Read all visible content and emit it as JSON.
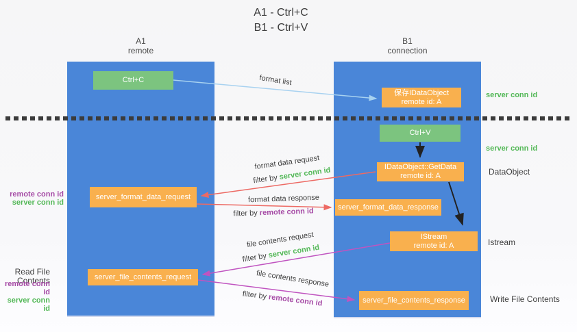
{
  "title": {
    "line1": "A1 - Ctrl+C",
    "line2": "B1 - Ctrl+V"
  },
  "columns": {
    "a": {
      "name": "A1",
      "subtitle": "remote"
    },
    "b": {
      "name": "B1",
      "subtitle": "connection"
    }
  },
  "nodes": {
    "ctrl_c": "Ctrl+C",
    "ctrl_v": "Ctrl+V",
    "save_dataobject": {
      "title": "保存IDataObject",
      "sub": "remote id: A"
    },
    "getdata": {
      "title": "IDataObject::GetData",
      "sub": "remote id: A"
    },
    "istream": {
      "title": "IStream",
      "sub": "remote id: A"
    },
    "format_request": "server_format_data_request",
    "format_response": "server_format_data_response",
    "file_request": "server_file_contents_request",
    "file_response": "server_file_contents_response"
  },
  "arrow_labels": {
    "format_list": "format list",
    "format_data_request": "format data request",
    "format_data_response": "format data response",
    "file_contents_request": "file contents request",
    "file_contents_response": "file contents response",
    "filter_by": "filter by ",
    "server_conn_id": "server conn id",
    "remote_conn_id": "remote conn id"
  },
  "side_labels": {
    "server_conn_id_1": "server conn id",
    "server_conn_id_2": "server conn id",
    "dataobject": "DataObject",
    "istream": "Istream",
    "write_file_contents": "Write File Contents",
    "read_file_contents": "Read File Contents",
    "remote_conn_id_left_1": "remote conn id",
    "server_conn_id_left_1": "server conn id",
    "remote_conn_id_left_2": "remote conn id",
    "server_conn_id_left_2": "server conn id"
  },
  "colors": {
    "lane_blue": "#4a86d8",
    "box_orange": "#f9b04e",
    "box_green": "#7cc47f",
    "arrow_red": "#ed6a64",
    "arrow_magenta": "#c054c0",
    "arrow_light_blue": "#a8d2f0",
    "arrow_black": "#222222",
    "label_green": "#53b857",
    "label_purple": "#a64ca6"
  }
}
